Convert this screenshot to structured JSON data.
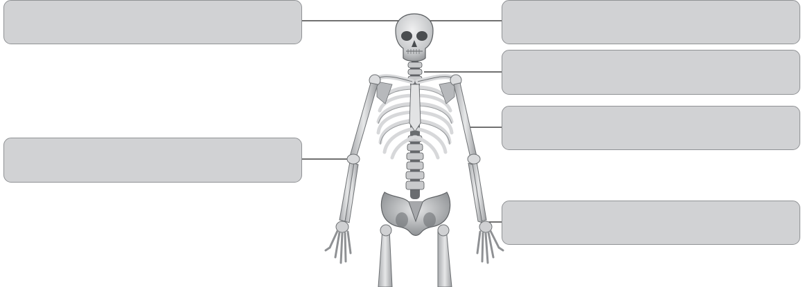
{
  "diagram": {
    "labels": [
      {
        "id": "box-left-top",
        "text": ""
      },
      {
        "id": "box-left-mid",
        "text": ""
      },
      {
        "id": "box-right-1",
        "text": ""
      },
      {
        "id": "box-right-2",
        "text": ""
      },
      {
        "id": "box-right-3",
        "text": ""
      },
      {
        "id": "box-right-4",
        "text": ""
      }
    ],
    "colors": {
      "box_fill": "#d1d2d4",
      "box_border": "#8f9194",
      "leader_line": "#1a1a1a",
      "bone_light": "#e2e3e4",
      "bone_mid": "#b3b5b8",
      "bone_dark": "#5e6165"
    },
    "figure": "human-skeleton-front-view"
  }
}
